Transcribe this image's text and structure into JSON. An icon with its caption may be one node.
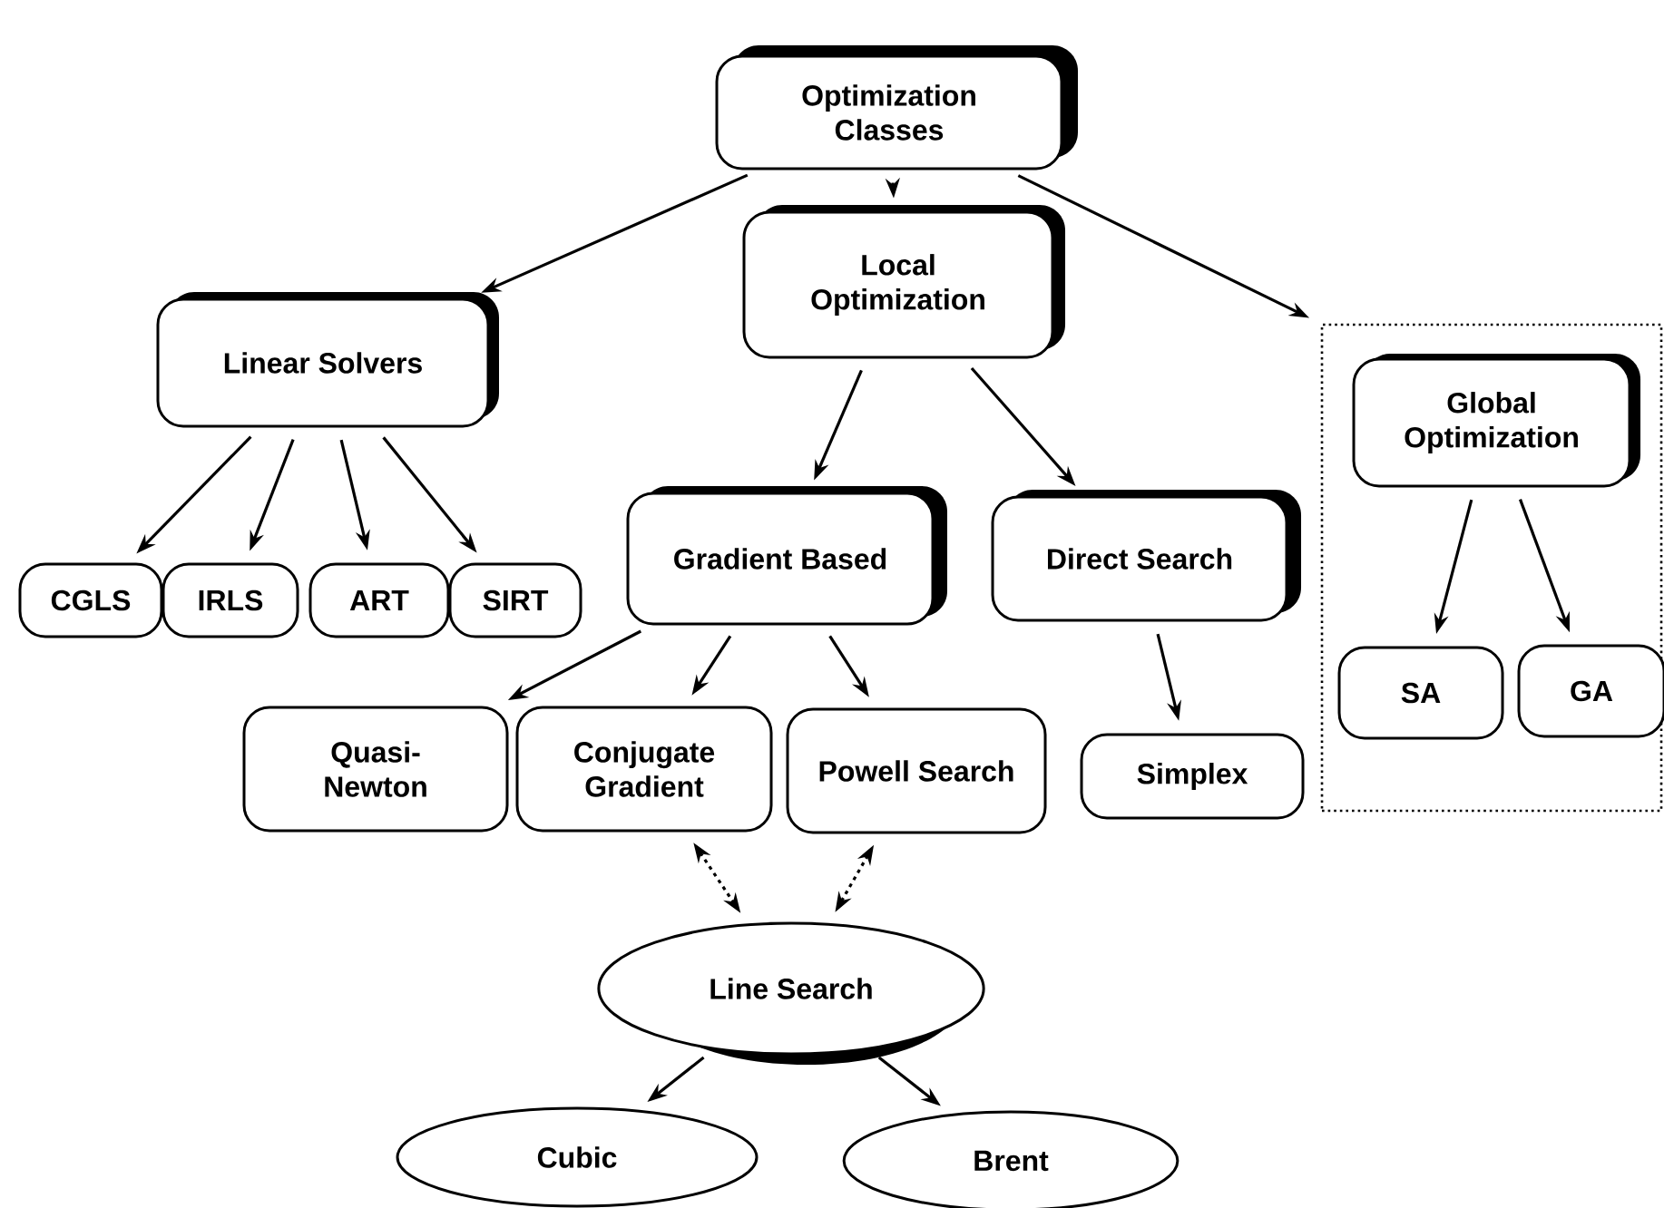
{
  "diagram": {
    "nodes": [
      {
        "text": [
          "Optimization Classes"
        ]
      },
      {
        "text": [
          "Linear Solvers"
        ]
      },
      {
        "text": [
          "Local Optimization"
        ]
      },
      {
        "text": [],
        "shape": "box"
      },
      {
        "text": [
          "Global Optimization"
        ],
        "in": 3
      },
      {
        "text": [
          "Gradient Based"
        ]
      },
      {
        "text": [
          "Direct Search"
        ]
      },
      {
        "text": [
          "CGLS"
        ]
      },
      {
        "text": [
          "IRLS"
        ]
      },
      {
        "text": [
          "ART"
        ]
      },
      {
        "text": [
          "SIRT"
        ]
      },
      {
        "text": [
          "SA"
        ],
        "in": 3
      },
      {
        "text": [
          "GA"
        ],
        "in": 3
      },
      {
        "text": [
          "Quasi-Newton"
        ]
      },
      {
        "text": [
          "Conjugate Gradient"
        ]
      },
      {
        "text": [
          "Powell Search"
        ]
      },
      {
        "text": [
          "Simplex"
        ]
      },
      {
        "text": [
          "Line Search"
        ]
      },
      {
        "text": [
          "Cubic"
        ]
      },
      {
        "text": [
          "Brent"
        ]
      }
    ],
    "edges": [
      {
        "from": 0,
        "to": 1,
        "arrow": "to"
      },
      {
        "from": 0,
        "to": 2,
        "arrow": "to"
      },
      {
        "from": 0,
        "to": 3,
        "arrow": "to"
      },
      {
        "from": 1,
        "to": 7,
        "arrow": "to"
      },
      {
        "from": 1,
        "to": 8,
        "arrow": "to"
      },
      {
        "from": 1,
        "to": 9,
        "arrow": "to"
      },
      {
        "from": 1,
        "to": 10,
        "arrow": "to"
      },
      {
        "from": 2,
        "to": 5,
        "arrow": "to"
      },
      {
        "from": 2,
        "to": 6,
        "arrow": "to"
      },
      {
        "from": 4,
        "to": 11,
        "arrow": "to"
      },
      {
        "from": 4,
        "to": 12,
        "arrow": "to"
      },
      {
        "from": 5,
        "to": 13,
        "arrow": "to"
      },
      {
        "from": 5,
        "to": 14,
        "arrow": "to"
      },
      {
        "from": 5,
        "to": 15,
        "arrow": "to"
      },
      {
        "from": 6,
        "to": 16,
        "arrow": "to"
      },
      {
        "from": 14,
        "to": 17,
        "arrow": "both",
        "style": "dashed"
      },
      {
        "from": 15,
        "to": 17,
        "arrow": "both",
        "style": "dashed"
      },
      {
        "from": 17,
        "to": 18,
        "arrow": "to"
      },
      {
        "from": 17,
        "to": 19,
        "arrow": "to"
      }
    ]
  }
}
